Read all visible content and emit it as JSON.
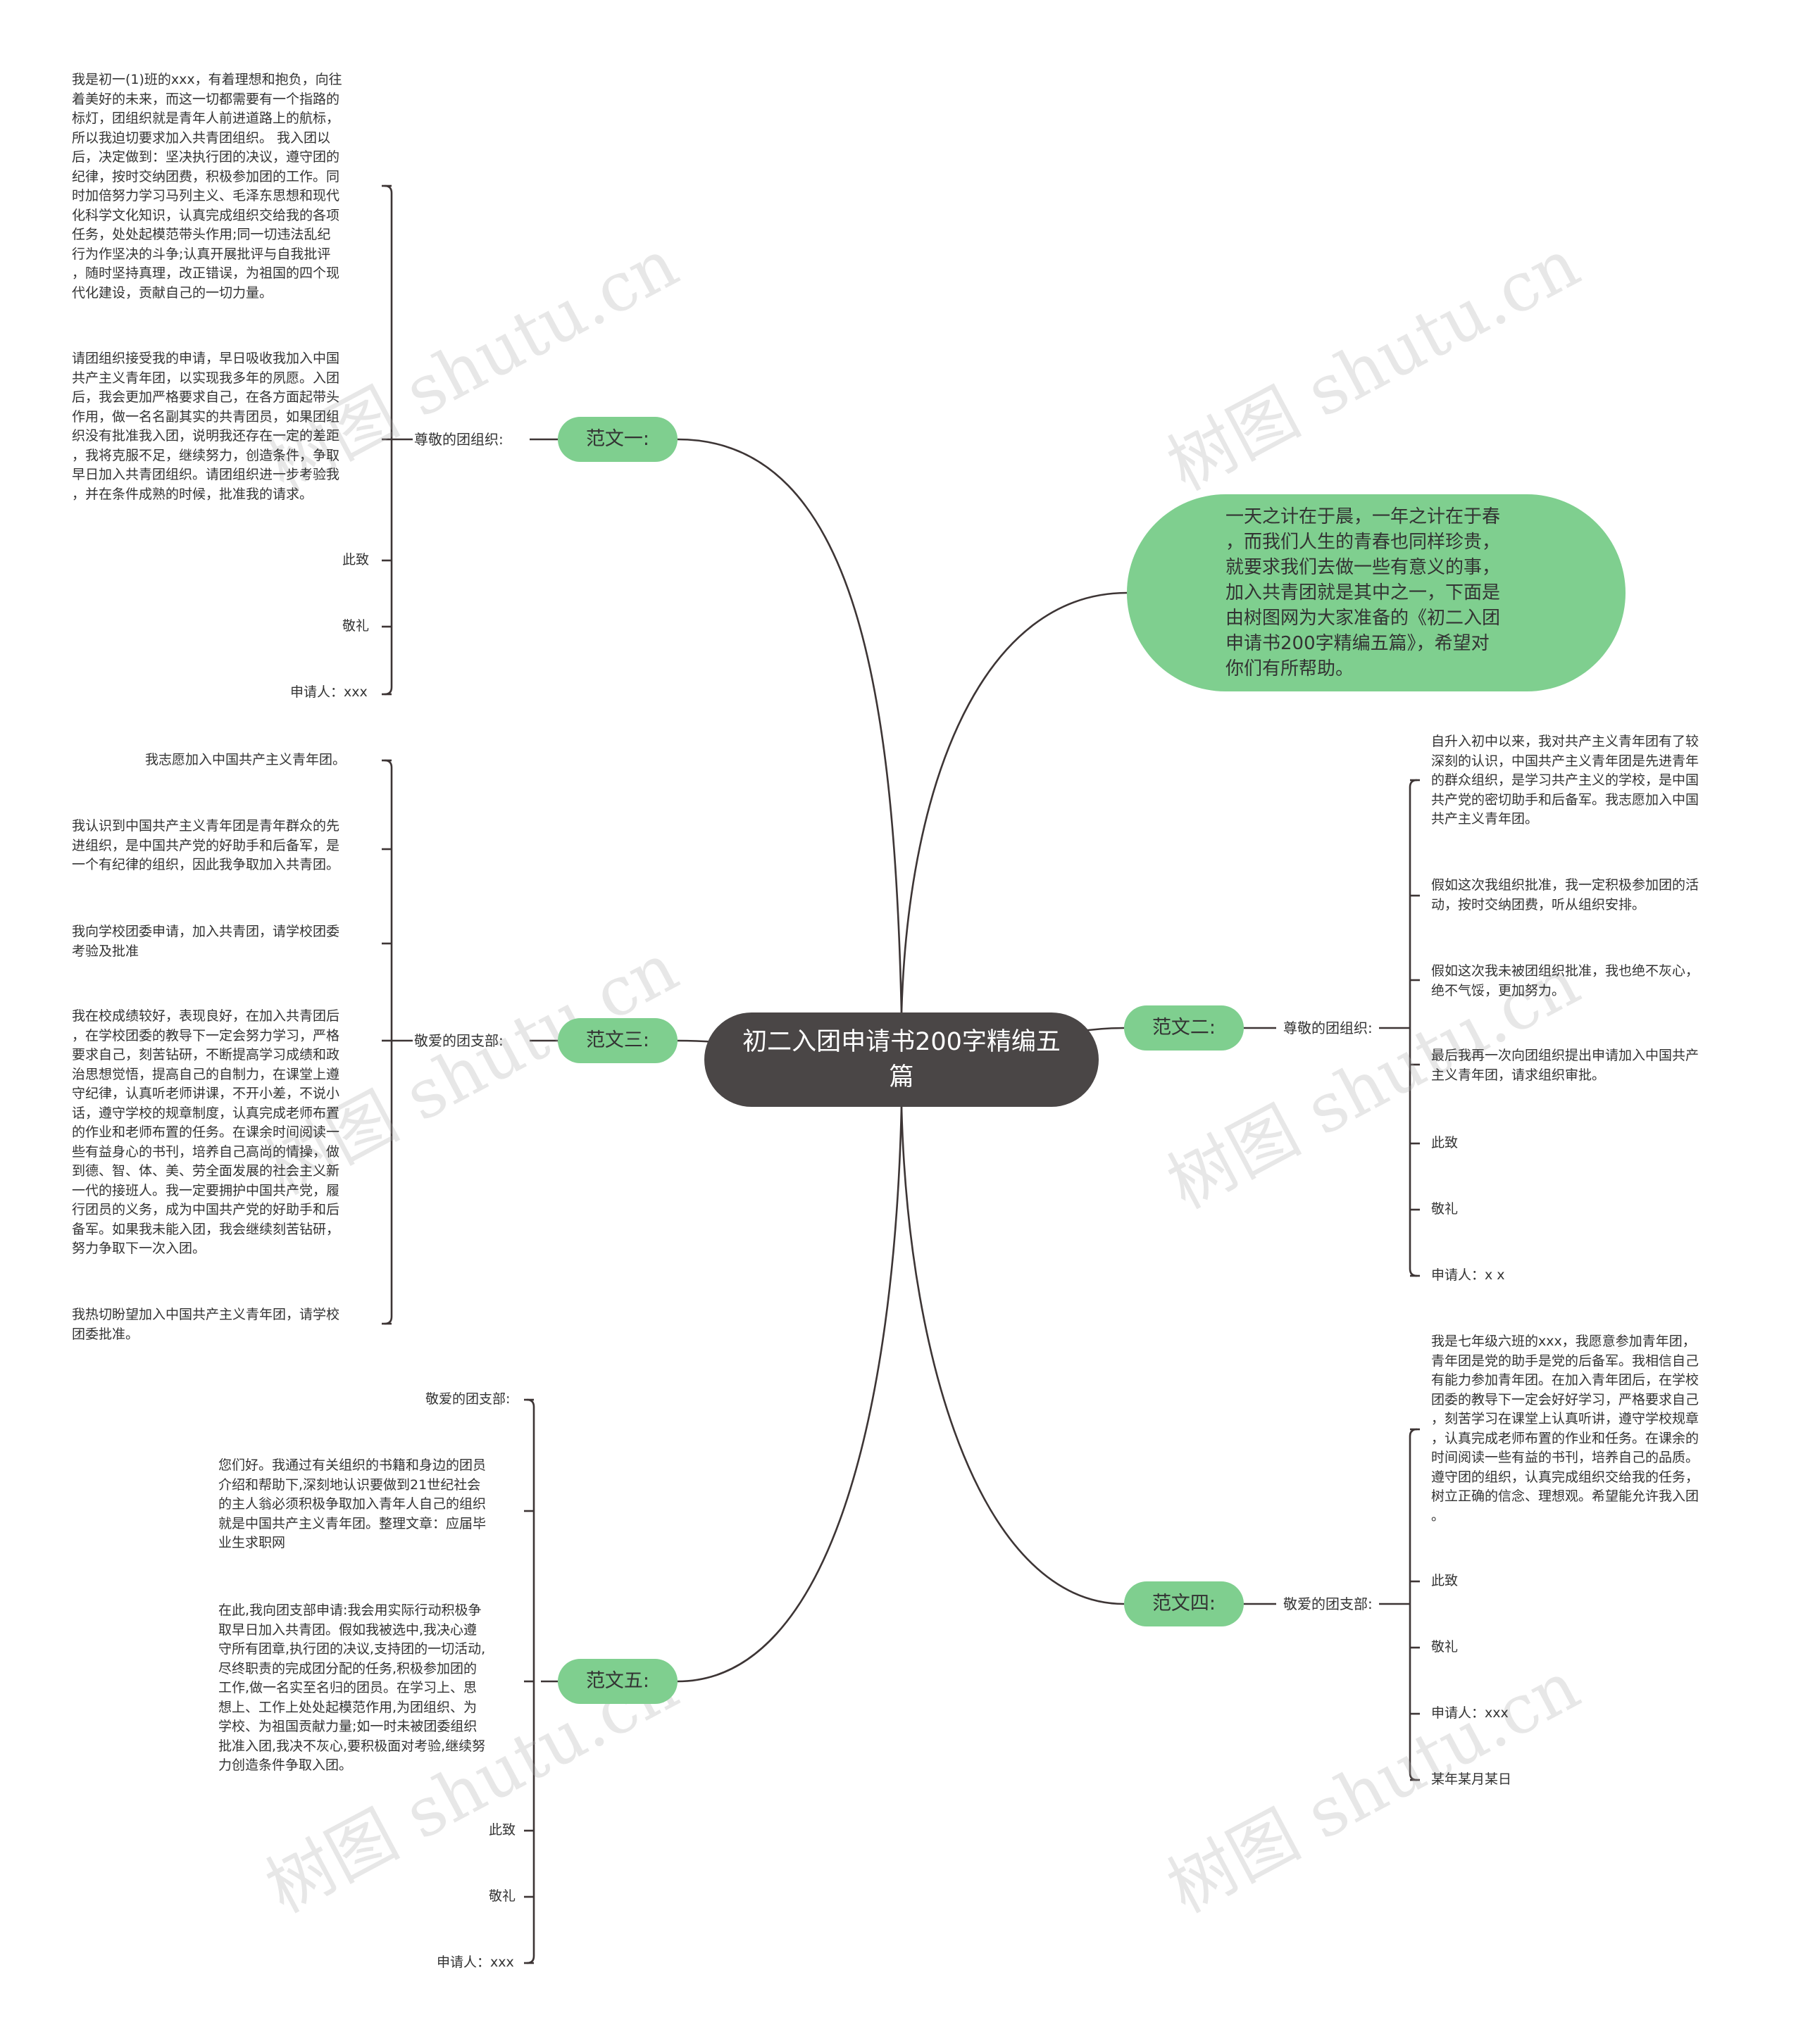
{
  "root": {
    "title": "初二入团申请书200字精编五篇"
  },
  "intro": {
    "text": "一天之计在于晨，一年之计在于春\n，而我们人生的青春也同样珍贵，\n就要求我们去做一些有意义的事，\n加入共青团就是其中之一，下面是\n由树图网为大家准备的《初二入团\n申请书200字精编五篇》，希望对\n你们有所帮助。"
  },
  "branches": [
    {
      "label": "范文一:",
      "greeting": "尊敬的团组织:",
      "leaves": [
        "我是初一(1)班的xxx，有着理想和抱负，向往\n着美好的未来，而这一切都需要有一个指路的\n标灯，团组织就是青年人前进道路上的航标，\n所以我迫切要求加入共青团组织。 我入团以\n后，决定做到：坚决执行团的决议，遵守团的\n纪律，按时交纳团费，积极参加团的工作。同\n时加倍努力学习马列主义、毛泽东思想和现代\n化科学文化知识，认真完成组织交给我的各项\n任务，处处起模范带头作用;同一切违法乱纪\n行为作坚决的斗争;认真开展批评与自我批评\n，随时坚持真理，改正错误，为祖国的四个现\n代化建设，贡献自己的一切力量。",
        "请团组织接受我的申请，早日吸收我加入中国\n共产主义青年团，以实现我多年的夙愿。入团\n后，我会更加严格要求自己，在各方面起带头\n作用，做一名名副其实的共青团员，如果团组\n织没有批准我入团，说明我还存在一定的差距\n，我将克服不足，继续努力，创造条件，争取\n早日加入共青团组织。请团组织进一步考验我\n，并在条件成熟的时候，批准我的请求。",
        "此致",
        "敬礼",
        "申请人：xxx"
      ]
    },
    {
      "label": "范文二:",
      "greeting": "尊敬的团组织:",
      "leaves": [
        "自升入初中以来，我对共产主义青年团有了较\n深刻的认识，中国共产主义青年团是先进青年\n的群众组织，是学习共产主义的学校，是中国\n共产党的密切助手和后备军。我志愿加入中国\n共产主义青年团。",
        "假如这次我组织批准，我一定积极参加团的活\n动，按时交纳团费，听从组织安排。",
        "假如这次我未被团组织批准，我也绝不灰心，\n绝不气馁，更加努力。",
        "最后我再一次向团组织提出申请加入中国共产\n主义青年团，请求组织审批。",
        "此致",
        "敬礼",
        "申请人：x x"
      ]
    },
    {
      "label": "范文三:",
      "greeting": "敬爱的团支部:",
      "leaves": [
        "我志愿加入中国共产主义青年团。",
        "我认识到中国共产主义青年团是青年群众的先\n进组织，是中国共产党的好助手和后备军，是\n一个有纪律的组织，因此我争取加入共青团。",
        "我向学校团委申请，加入共青团，请学校团委\n考验及批准",
        "我在校成绩较好，表现良好，在加入共青团后\n，在学校团委的教导下一定会努力学习，严格\n要求自己，刻苦钻研，不断提高学习成绩和政\n治思想觉悟，提高自己的自制力，在课堂上遵\n守纪律，认真听老师讲课，不开小差，不说小\n话，遵守学校的规章制度，认真完成老师布置\n的作业和老师布置的任务。在课余时间阅读一\n些有益身心的书刊，培养自己高尚的情操，做\n到德、智、体、美、劳全面发展的社会主义新\n一代的接班人。我一定要拥护中国共产党，履\n行团员的义务，成为中国共产党的好助手和后\n备军。如果我未能入团，我会继续刻苦钻研，\n努力争取下一次入团。",
        "我热切盼望加入中国共产主义青年团，请学校\n团委批准。"
      ]
    },
    {
      "label": "范文四:",
      "greeting": "敬爱的团支部:",
      "leaves": [
        "我是七年级六班的xxx，我愿意参加青年团，\n青年团是党的助手是党的后备军。我相信自己\n有能力参加青年团。在加入青年团后，在学校\n团委的教导下一定会好好学习，严格要求自己\n，刻苦学习在课堂上认真听讲，遵守学校规章\n，认真完成老师布置的作业和任务。在课余的\n时间阅读一些有益的书刊，培养自己的品质。\n遵守团的组织，认真完成组织交给我的任务，\n树立正确的信念、理想观。希望能允许我入团\n。",
        "此致",
        "敬礼",
        "申请人：xxx",
        "某年某月某日"
      ]
    },
    {
      "label": "范文五:",
      "greeting": "",
      "leaves": [
        "敬爱的团支部:",
        "您们好。我通过有关组织的书籍和身边的团员\n介绍和帮助下,深刻地认识要做到21世纪社会\n的主人翁必须积极争取加入青年人自己的组织\n就是中国共产主义青年团。整理文章：应届毕\n业生求职网",
        "在此,我向团支部申请:我会用实际行动积极争\n取早日加入共青团。假如我被选中,我决心遵\n守所有团章,执行团的决议,支持团的一切活动,\n尽终职责的完成团分配的任务,积极参加团的\n工作,做一名实至名归的团员。在学习上、思\n想上、工作上处处起模范作用,为团组织、为\n学校、为祖国贡献力量;如一时未被团委组织\n批准入团,我决不灰心,要积极面对考验,继续努\n力创造条件争取入团。",
        "此致",
        "敬礼",
        "申请人：xxx"
      ]
    }
  ],
  "watermark": "树图 shutu.cn",
  "colors": {
    "root": "#4a4646",
    "branch": "#7fcf8f",
    "line": "#3d3535"
  }
}
